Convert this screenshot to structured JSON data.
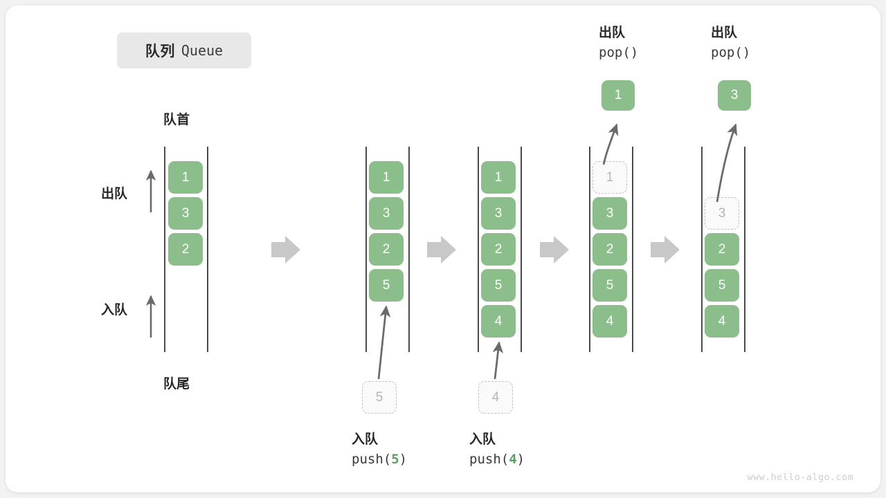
{
  "title": {
    "cn": "队列",
    "en": "Queue"
  },
  "labels": {
    "front": "队首",
    "rear": "队尾",
    "dequeue": "出队",
    "enqueue": "入队"
  },
  "colors": {
    "element": "#8cbe8c",
    "ghost_border": "#c2c2c2",
    "ghost_text": "#b6b6b6",
    "rail": "#4a4a4a",
    "arrow": "#6b6b6b",
    "step_arrow": "#c8c8c8",
    "badge_bg": "#e8e8e8",
    "accent_number": "#5f9e62",
    "card_bg": "#ffffff",
    "page_bg": "#f2f2f2"
  },
  "columns": [
    {
      "id": "state-0",
      "items": [
        "1",
        "3",
        "2"
      ],
      "ghost": null,
      "operation": null
    },
    {
      "id": "state-1",
      "items": [
        "1",
        "3",
        "2",
        "5"
      ],
      "ghost": {
        "value": "5",
        "position": "below"
      },
      "operation": {
        "cn": "入队",
        "code_prefix": "push(",
        "code_value": "5",
        "code_suffix": ")"
      }
    },
    {
      "id": "state-2",
      "items": [
        "1",
        "3",
        "2",
        "5",
        "4"
      ],
      "ghost": {
        "value": "4",
        "position": "below"
      },
      "operation": {
        "cn": "入队",
        "code_prefix": "push(",
        "code_value": "4",
        "code_suffix": ")"
      }
    },
    {
      "id": "state-3",
      "items": [
        "3",
        "2",
        "5",
        "4"
      ],
      "ghost": {
        "value": "1",
        "position": "slot-0"
      },
      "popped": "1",
      "operation": {
        "cn": "出队",
        "code_prefix": "pop(",
        "code_value": "",
        "code_suffix": ")"
      }
    },
    {
      "id": "state-4",
      "items": [
        "2",
        "5",
        "4"
      ],
      "ghost": {
        "value": "3",
        "position": "slot-1"
      },
      "popped": "3",
      "operation": {
        "cn": "出队",
        "code_prefix": "pop(",
        "code_value": "",
        "code_suffix": ")"
      }
    }
  ],
  "step_arrows": 4,
  "watermark": "www.hello-algo.com"
}
